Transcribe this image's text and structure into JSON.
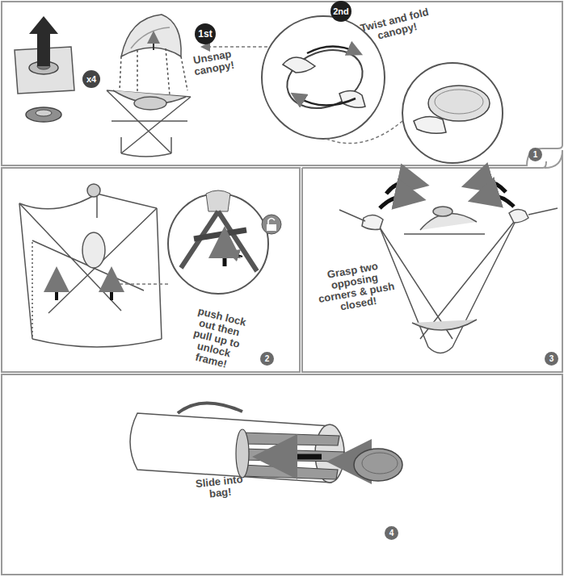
{
  "diagram": {
    "nodes": [
      {
        "text": [
          "x4"
        ]
      },
      {
        "text": [
          "1st"
        ]
      },
      {
        "text": [
          "2nd"
        ]
      },
      {
        "text": [
          "1"
        ]
      },
      {
        "text": [
          "2"
        ]
      },
      {
        "text": [
          "3"
        ]
      },
      {
        "text": [
          "4"
        ]
      }
    ],
    "labels": [
      "Unsnap canopy!",
      "Twist and fold canopy!",
      "push lock out then pull up to unlock frame!",
      "Grasp two opposing corners & push closed!",
      "Slide into bag!"
    ]
  }
}
